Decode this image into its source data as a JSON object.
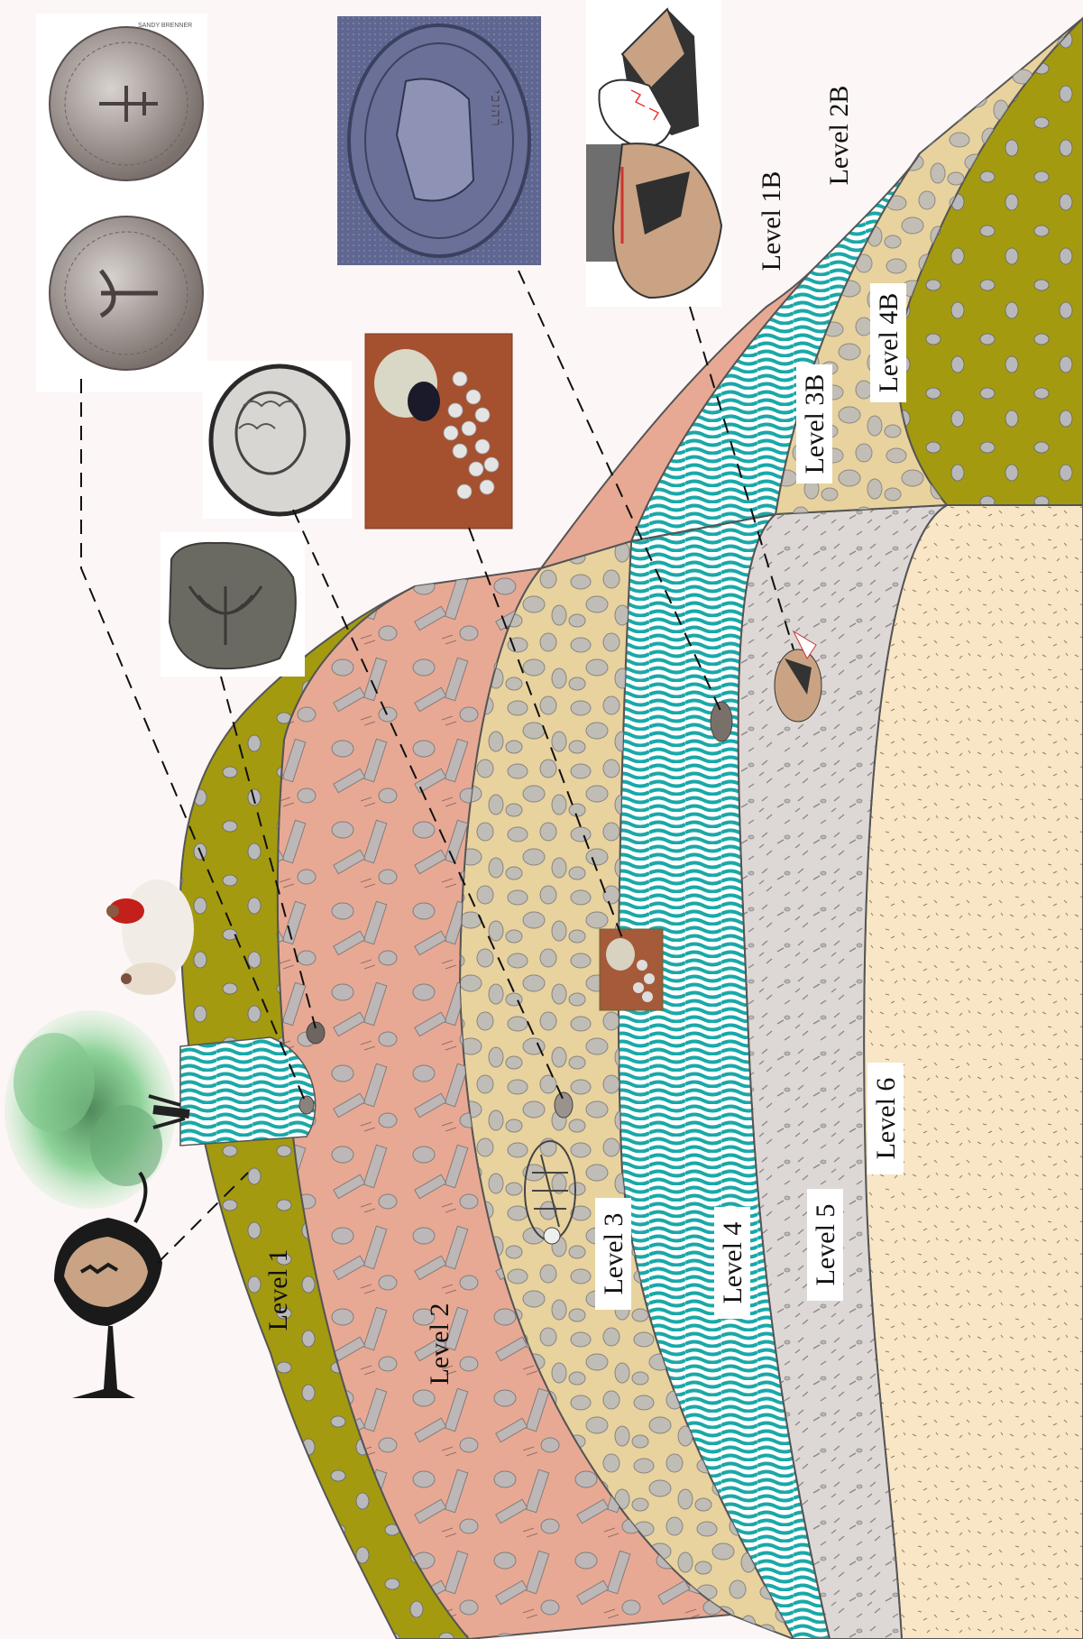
{
  "diagram": {
    "layer_labels": {
      "level1": "Level 1",
      "level2": "Level 2",
      "level3": "Level 3",
      "level4": "Level 4",
      "level5": "Level 5",
      "level6": "Level 6",
      "level1b": "Level 1B",
      "level2b": "Level 2B",
      "level3b": "Level 3B",
      "level4b": "Level 4B"
    },
    "photo_credit": "SANDY BRENNER",
    "colors": {
      "level1_olive": "#a39a10",
      "level2_salmon": "#e8a994",
      "level3_tan": "#e8d29e",
      "level4_teal": "#1aa8a8",
      "level5_grey": "#ddd8d6",
      "level6_cream": "#f8e6c6",
      "stone_grey": "#b9b9bb",
      "background": "#fdf6f6"
    },
    "icons": [
      "coin-pair-icon",
      "menorah-coin-icon",
      "hellenistic-coin-icon",
      "coin-hoard-icon",
      "seal-impression-icon",
      "broken-pottery-icon",
      "oil-lamp-icon",
      "tree-icon",
      "people-icon",
      "skeleton-icon"
    ]
  }
}
